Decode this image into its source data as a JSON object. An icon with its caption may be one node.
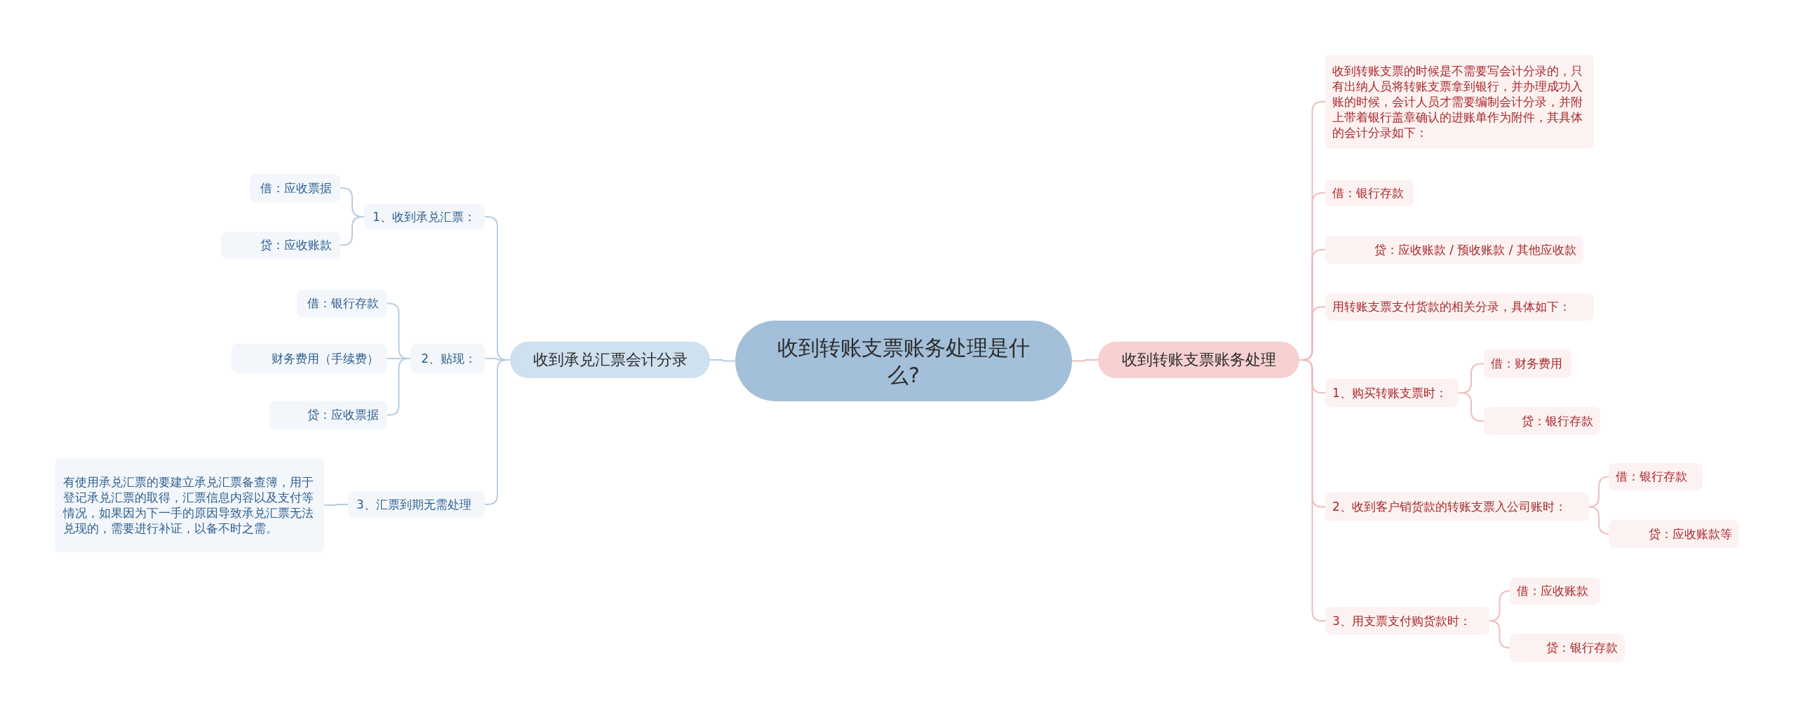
{
  "diagram": {
    "nodes": [
      {
        "text": [
          "收到转账支票账务处理是什么?"
        ]
      },
      {
        "text": [
          "收到承兑汇票会计分录"
        ]
      },
      {
        "text": [
          "收到转账支票账务处理"
        ]
      },
      {
        "text": [
          "1、收到承兑汇票："
        ]
      },
      {
        "text": [
          "借：应收票据"
        ]
      },
      {
        "text": [
          "贷：应收账款"
        ]
      },
      {
        "text": [
          "2、贴现："
        ]
      },
      {
        "text": [
          "借：银行存款"
        ]
      },
      {
        "text": [
          "财务费用（手续费）"
        ]
      },
      {
        "text": [
          "贷：应收票据"
        ]
      },
      {
        "text": [
          "3、汇票到期无需处理"
        ]
      },
      {
        "text": [
          "有使用承兑汇票的要建立承兑汇票备查簿，用于登记承兑汇票的取得，汇票信息内容以及支付等情况，如果因为下一手的原因导致承兑汇票无法兑现的，需要进行补证，以备不时之需。"
        ]
      },
      {
        "text": [
          "收到转账支票的时候是不需要写会计分录的，只有出纳人员将转账支票拿到银行，并办理成功入账的时候，会计人员才需要编制会计分录，并附上带着银行盖章确认的进账单作为附件，其具体的会计分录如下："
        ]
      },
      {
        "text": [
          "借：银行存款"
        ]
      },
      {
        "text": [
          "贷：应收账款 / 预收账款 / 其他应收款"
        ]
      },
      {
        "text": [
          "用转账支票支付货款的相关分录，具体如下："
        ]
      },
      {
        "text": [
          "1、购买转账支票时："
        ]
      },
      {
        "text": [
          "借：财务费用"
        ]
      },
      {
        "text": [
          "贷：银行存款"
        ]
      },
      {
        "text": [
          "2、收到客户销货款的转账支票入公司账时："
        ]
      },
      {
        "text": [
          "借：银行存款"
        ]
      },
      {
        "text": [
          "贷：应收账款等"
        ]
      },
      {
        "text": [
          "3、用支票支付购货款时："
        ]
      },
      {
        "text": [
          "借：应收账款"
        ]
      },
      {
        "text": [
          "贷：银行存款"
        ]
      }
    ],
    "edges": [
      {
        "from": 0,
        "to": 1,
        "arrow": "none",
        "color": "#b7cde2"
      },
      {
        "from": 0,
        "to": 2,
        "arrow": "none"
      },
      {
        "from": 1,
        "to": 3,
        "arrow": "none",
        "color": "#b7cde2"
      },
      {
        "from": 1,
        "to": 6,
        "arrow": "none",
        "color": "#b7cde2"
      },
      {
        "from": 1,
        "to": 10,
        "arrow": "none",
        "color": "#b7cde2"
      },
      {
        "from": 3,
        "to": 4,
        "arrow": "none",
        "color": "#b7cde2"
      },
      {
        "from": 3,
        "to": 5,
        "arrow": "none",
        "color": "#b7cde2"
      },
      {
        "from": 6,
        "to": 7,
        "arrow": "none",
        "color": "#b7cde2"
      },
      {
        "from": 6,
        "to": 8,
        "arrow": "none",
        "color": "#b7cde2"
      },
      {
        "from": 6,
        "to": 9,
        "arrow": "none",
        "color": "#b7cde2"
      },
      {
        "from": 10,
        "to": 11,
        "arrow": "none",
        "color": "#b7cde2"
      },
      {
        "from": 2,
        "to": 12,
        "arrow": "none"
      },
      {
        "from": 2,
        "to": 13,
        "arrow": "none"
      },
      {
        "from": 2,
        "to": 14,
        "arrow": "none"
      },
      {
        "from": 2,
        "to": 15,
        "arrow": "none"
      },
      {
        "from": 2,
        "to": 16,
        "arrow": "none"
      },
      {
        "from": 2,
        "to": 19,
        "arrow": "none"
      },
      {
        "from": 2,
        "to": 22,
        "arrow": "none"
      },
      {
        "from": 16,
        "to": 17,
        "arrow": "none"
      },
      {
        "from": 16,
        "to": 18,
        "arrow": "none"
      },
      {
        "from": 19,
        "to": 20,
        "arrow": "none"
      },
      {
        "from": 19,
        "to": 21,
        "arrow": "none"
      },
      {
        "from": 22,
        "to": 23,
        "arrow": "none"
      },
      {
        "from": 22,
        "to": 24,
        "arrow": "none"
      }
    ]
  }
}
